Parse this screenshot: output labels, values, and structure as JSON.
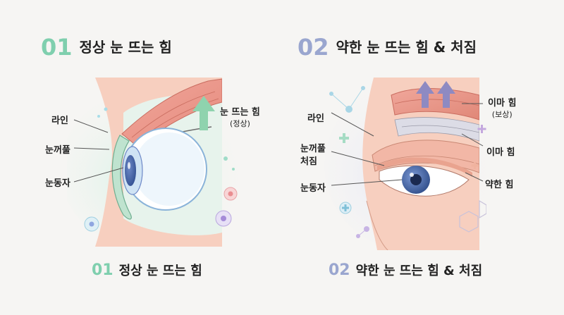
{
  "left": {
    "heading_num": "01",
    "heading_text": "정상 눈 뜨는 힘",
    "caption_num": "01",
    "caption_text": "정상 눈 뜨는 힘",
    "labels": {
      "line": "라인",
      "eyelid": "눈꺼풀",
      "pupil": "눈동자",
      "force": "눈 뜨는 힘",
      "force_note": "(정상)"
    },
    "accent_color": "#7fcfae"
  },
  "right": {
    "heading_num": "02",
    "heading_text": "약한 눈 뜨는 힘 & 처짐",
    "caption_num": "02",
    "caption_text": "약한 눈 뜨는 힘 & 처짐",
    "labels": {
      "line": "라인",
      "eyelid_droop_1": "눈꺼풀",
      "eyelid_droop_2": "처짐",
      "pupil": "눈동자",
      "forehead_force": "이마 힘",
      "forehead_note": "(보상)",
      "forehead_force_2": "이마 힘",
      "weak_force": "약한 힘"
    },
    "accent_color": "#9aa6cf"
  }
}
